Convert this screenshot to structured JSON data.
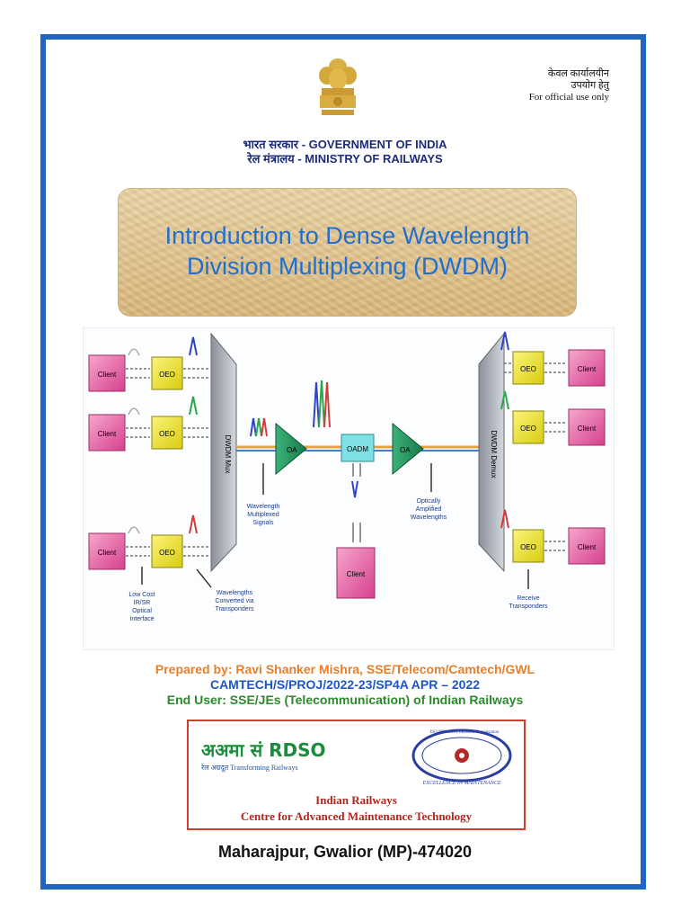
{
  "header": {
    "official_hindi_1": "केवल कार्यालयीन",
    "official_hindi_2": "उपयोग हेतु",
    "official_en": "For official use only"
  },
  "govt": {
    "line1_hindi": "भारत सरकार",
    "line1_en": "- GOVERNMENT OF INDIA",
    "line2_hindi": "रेल मंत्रालय",
    "line2_en": "-    MINISTRY OF RAILWAYS"
  },
  "title": {
    "line1": "Introduction to Dense Wavelength",
    "line2": "Division Multiplexing (DWDM)"
  },
  "diagram": {
    "client": "Client",
    "oeo": "OEO",
    "mux": "DWDM Mux",
    "demux": "DWDM Demux",
    "oa": "OA",
    "oadm": "OADM",
    "label_wm": [
      "Wavelength",
      "Multiplexed",
      "Signals"
    ],
    "label_oa": [
      "Optically",
      "Amplified",
      "Wavelengths"
    ],
    "label_low": [
      "Low Cost",
      "IR/SR",
      "Optical",
      "Interface"
    ],
    "label_conv": [
      "Wavelengths",
      "Converted via",
      "Transponders"
    ],
    "label_rx": [
      "Receive",
      "Transponders"
    ]
  },
  "credits": {
    "prepared": "Prepared by: Ravi Shanker Mishra, SSE/Telecom/Camtech/GWL",
    "code": "CAMTECH/S/PROJ/2022-23/SP4A APR – 2022",
    "end_user": "End User: SSE/JEs (Telecommunication) of Indian Railways"
  },
  "logos": {
    "rdso": "अअमा सं RDSO",
    "rdso_tag": "रेल अग्रदूत Transforming Railways",
    "iso_ring": "ISO 9001:2015 Certified Organisation",
    "excellence": "EXCELLENCE IN MAINTENANCE",
    "org1": "Indian Railways",
    "org2": "Centre for Advanced Maintenance Technology"
  },
  "address": "Maharajpur, Gwalior (MP)-474020"
}
